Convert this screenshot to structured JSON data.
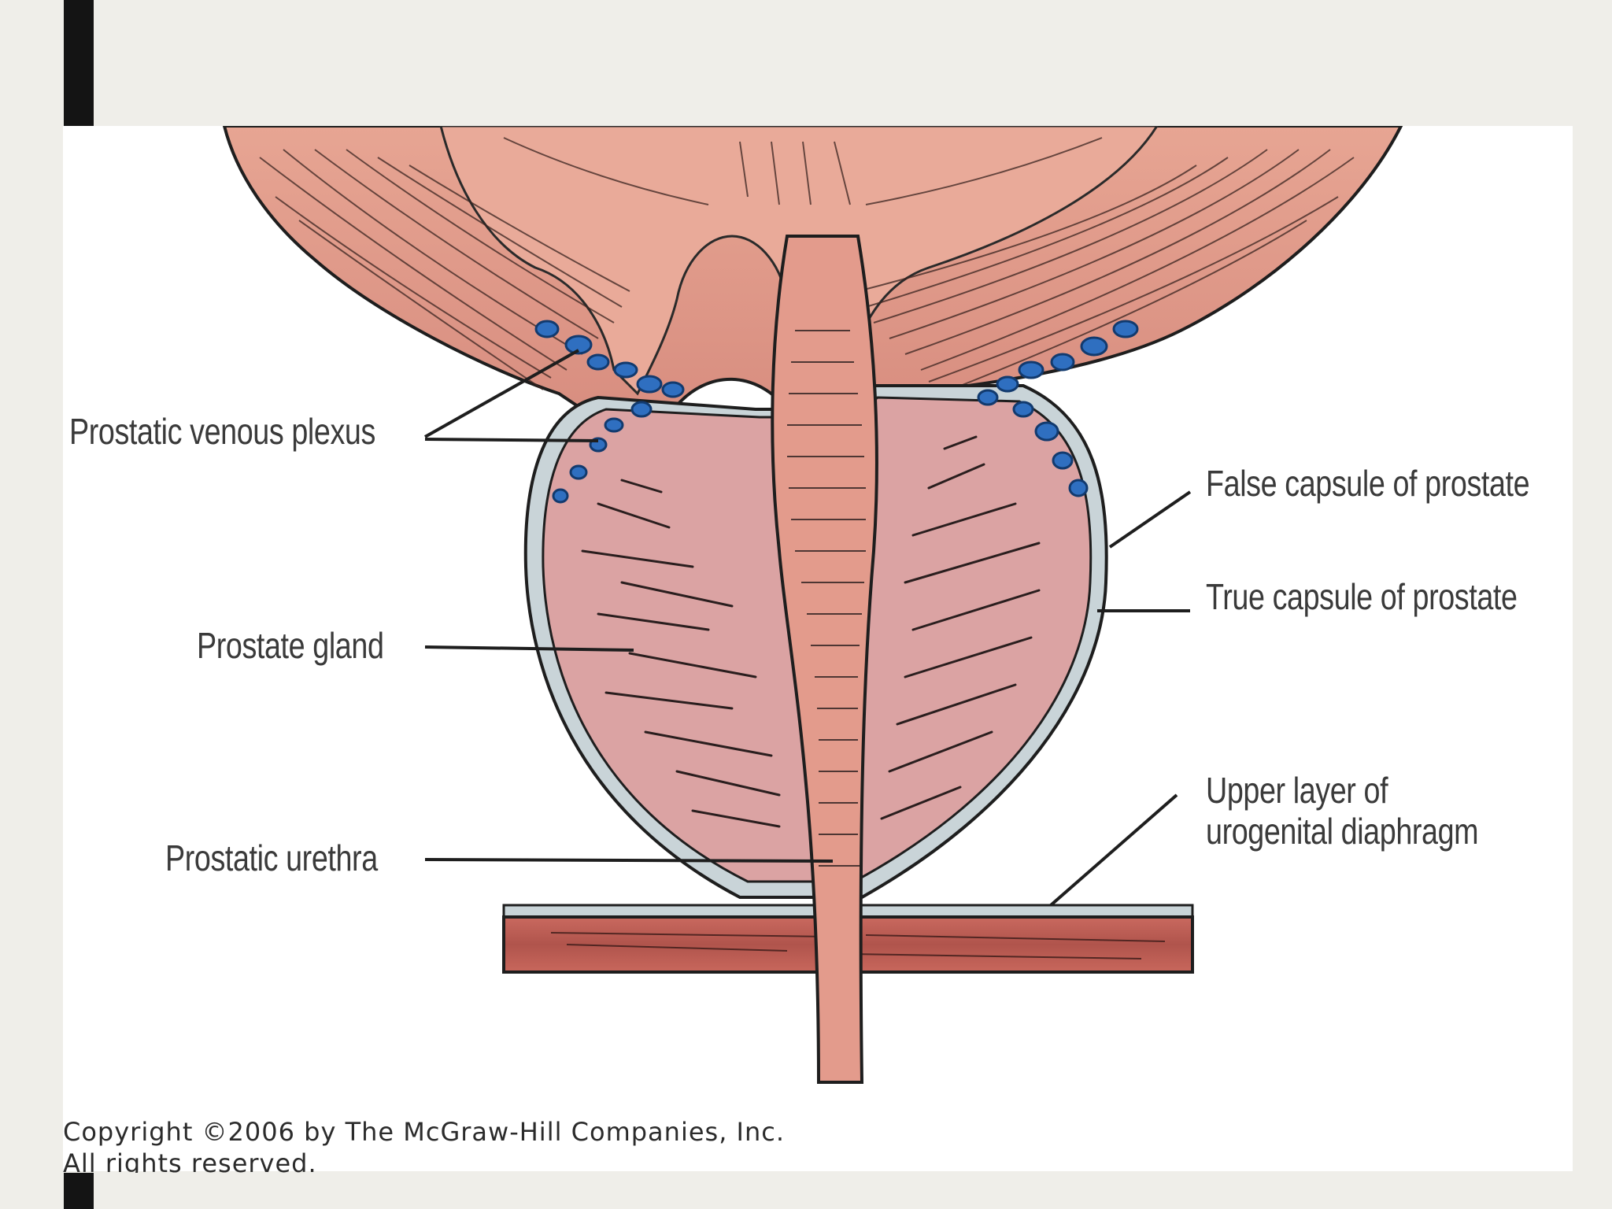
{
  "labels": {
    "prostatic_venous_plexus": "Prostatic venous plexus",
    "prostate_gland": "Prostate gland",
    "prostatic_urethra": "Prostatic urethra",
    "false_capsule": "False capsule of prostate",
    "true_capsule": "True capsule of prostate",
    "urogenital_line1": "Upper layer of",
    "urogenital_line2": "urogenital diaphragm"
  },
  "copyright": {
    "line1": "Copyright ©2006 by The McGraw-Hill Companies, Inc.",
    "line2": "All rights reserved."
  },
  "colors": {
    "background": "#efeee9",
    "panel": "#ffffff",
    "bar": "#141414",
    "bladder_tissue": "#e2a191",
    "gland_tissue": "#dba3a3",
    "capsule": "#c9d4d8",
    "venous_plexus": "#2f6fc0",
    "diaphragm_muscle": "#b85a52"
  }
}
